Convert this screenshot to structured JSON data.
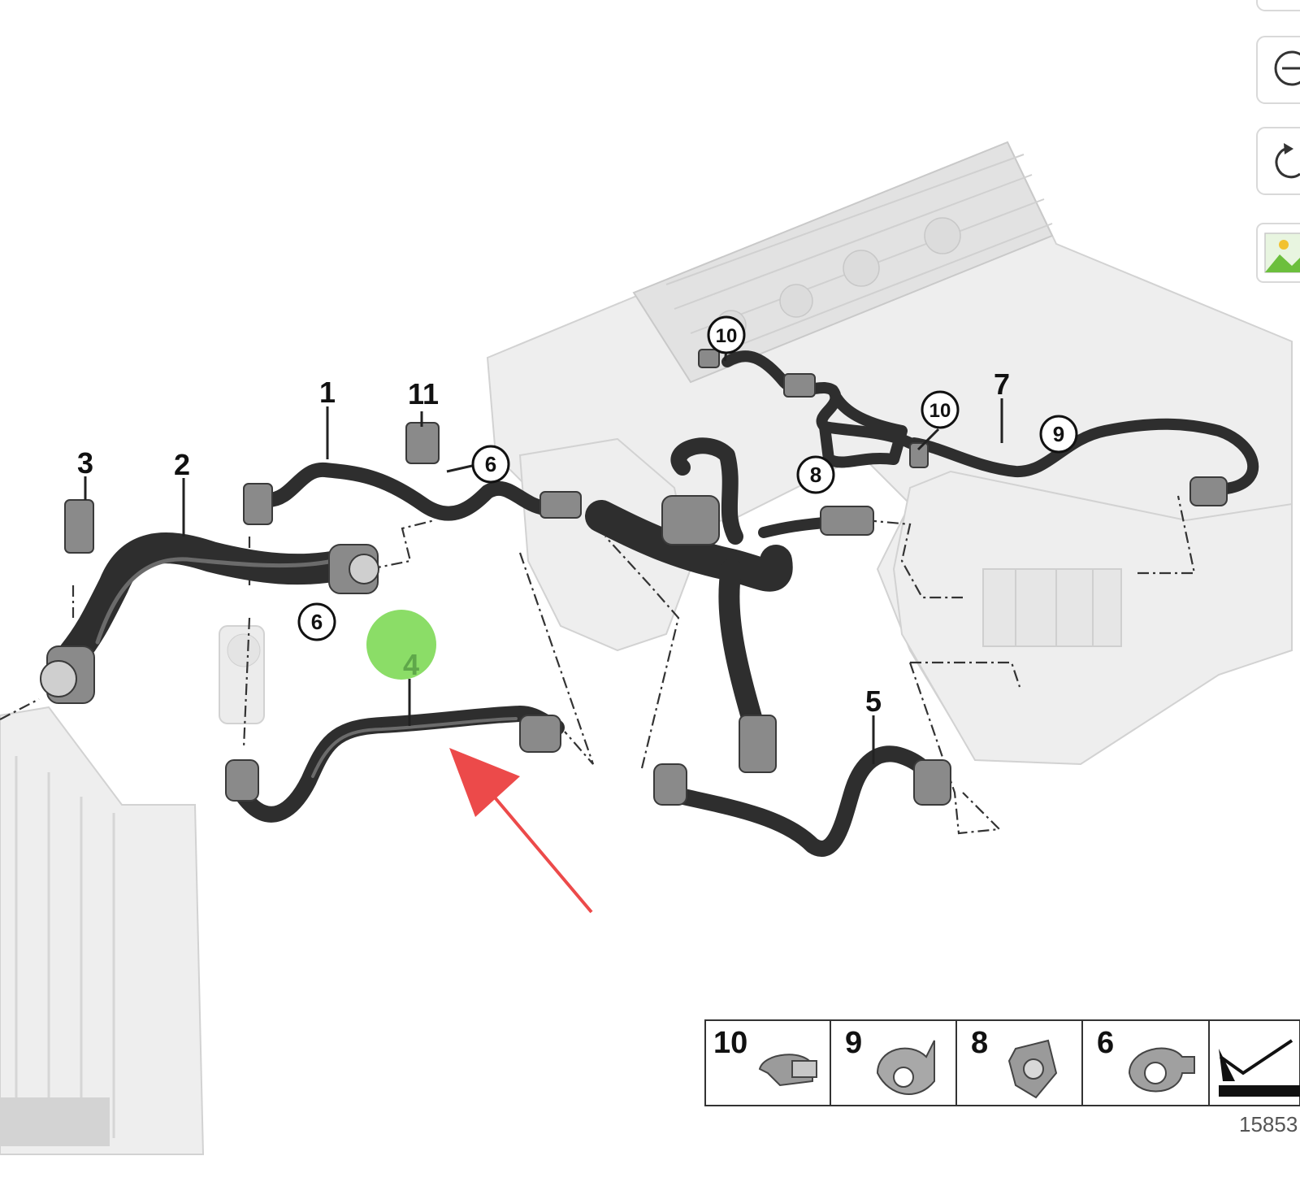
{
  "callouts": {
    "c1": "1",
    "c2": "2",
    "c3": "3",
    "c4": "4",
    "c5": "5",
    "c6a": "6",
    "c6b": "6",
    "c7": "7",
    "c8": "8",
    "c9": "9",
    "c10a": "10",
    "c10b": "10",
    "c11": "11"
  },
  "legend": {
    "items": [
      {
        "number": "10",
        "icon": "hose-clip-10-icon"
      },
      {
        "number": "9",
        "icon": "hose-clip-9-icon"
      },
      {
        "number": "8",
        "icon": "hose-clip-8-icon"
      },
      {
        "number": "6",
        "icon": "hose-clip-6-icon"
      }
    ],
    "last_icon": "flow-direction-icon"
  },
  "figure_number": "15853",
  "toolbar": {
    "icons": [
      "zoom-out-icon",
      "rotate-icon",
      "image-icon"
    ]
  },
  "colors": {
    "hose": "#2e2e2e",
    "ghost": "#eeeeee",
    "highlight_marker": "#7ed957",
    "arrow": "#ec4a4a"
  }
}
